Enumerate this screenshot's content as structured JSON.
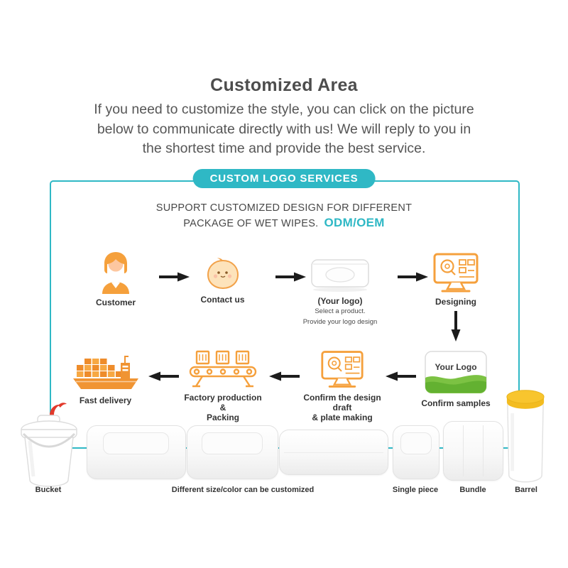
{
  "colors": {
    "accent_teal": "#2fb8c5",
    "icon_orange": "#f5a03c",
    "logo_green": "#7cc243",
    "wipe_red": "#e2392b",
    "barrel_lid_yellow": "#f8c52e"
  },
  "header": {
    "title": "Customized Area",
    "intro_line1": "If you need to customize the style, you can click on the picture",
    "intro_line2": "below to communicate directly with us! We will reply to you in",
    "intro_line3": "the shortest time and provide the best service."
  },
  "banner": {
    "badge": "CUSTOM LOGO SERVICES",
    "support_line1": "SUPPORT CUSTOMIZED DESIGN FOR DIFFERENT",
    "support_line2_prefix": "PACKAGE OF WET WIPES.",
    "support_highlight": "ODM/OEM"
  },
  "flow": {
    "customer": {
      "label": "Customer"
    },
    "contact": {
      "label": "Contact us"
    },
    "your_logo": {
      "label": "(Your logo)",
      "sub_line1": "Select a product.",
      "sub_line2": "Provide your logo design"
    },
    "designing": {
      "label": "Designing"
    },
    "confirm_samples": {
      "label": "Confirm samples",
      "pack_text": "Your Logo"
    },
    "confirm_draft": {
      "label_line1": "Confirm the design draft",
      "label_line2": "& plate making"
    },
    "factory": {
      "label_line1": "Factory production &",
      "label_line2": "Packing"
    },
    "delivery": {
      "label": "Fast delivery"
    }
  },
  "products": {
    "bucket_label": "Bucket",
    "sizes_label": "Different size/color can be customized",
    "single_label": "Single piece",
    "bundle_label": "Bundle",
    "barrel_label": "Barrel"
  }
}
